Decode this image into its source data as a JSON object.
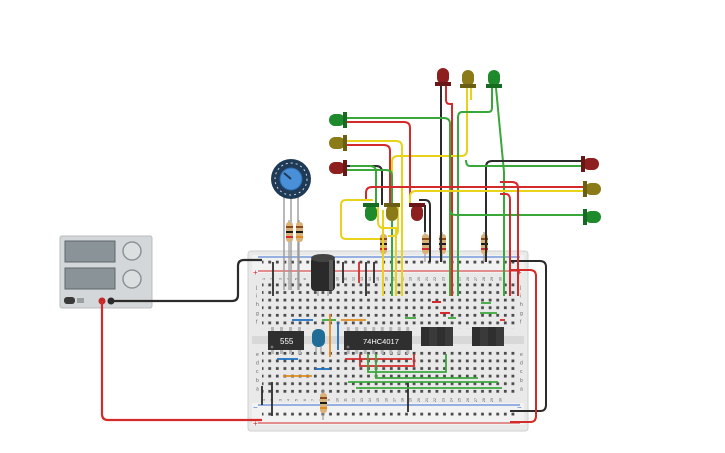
{
  "chips": {
    "timer_label": "555",
    "counter_label": "74HC4017"
  },
  "power_supply": {
    "display_color": "#8a9498",
    "knob_color": "#d9dcdd"
  },
  "breadboard": {
    "row_letters_top": [
      "j",
      "i",
      "h",
      "g",
      "f"
    ],
    "row_letters_bottom": [
      "e",
      "d",
      "c",
      "b",
      "a"
    ],
    "column_numbers": [
      "1",
      "2",
      "3",
      "4",
      "5",
      "6",
      "7",
      "8",
      "9",
      "10",
      "11",
      "12",
      "13",
      "14",
      "15",
      "16",
      "17",
      "18",
      "19",
      "20",
      "21",
      "22",
      "23",
      "24",
      "25",
      "26",
      "27",
      "28",
      "29",
      "30"
    ],
    "rail_plus": "+",
    "rail_minus": "−"
  },
  "colors": {
    "red_wire": "#d32b2b",
    "black_wire": "#2b2b2b",
    "green_wire": "#3aa73a",
    "yellow_wire": "#e8d21a",
    "led_red": "#8e1f1f",
    "led_olive": "#8a7a18",
    "led_green": "#1e8a2b",
    "chip": "#2f2f2f",
    "pot_blue": "#4a90d9"
  },
  "leds": [
    {
      "name": "led-top-red",
      "color": "led_red"
    },
    {
      "name": "led-top-olive",
      "color": "led_olive"
    },
    {
      "name": "led-top-green",
      "color": "led_green"
    },
    {
      "name": "led-left-green",
      "color": "led_green"
    },
    {
      "name": "led-left-olive",
      "color": "led_olive"
    },
    {
      "name": "led-left-red",
      "color": "led_red"
    },
    {
      "name": "led-right-red",
      "color": "led_red"
    },
    {
      "name": "led-right-olive",
      "color": "led_olive"
    },
    {
      "name": "led-right-green",
      "color": "led_green"
    },
    {
      "name": "led-mid-green",
      "color": "led_green"
    },
    {
      "name": "led-mid-olive",
      "color": "led_olive"
    },
    {
      "name": "led-mid-red",
      "color": "led_red"
    }
  ]
}
